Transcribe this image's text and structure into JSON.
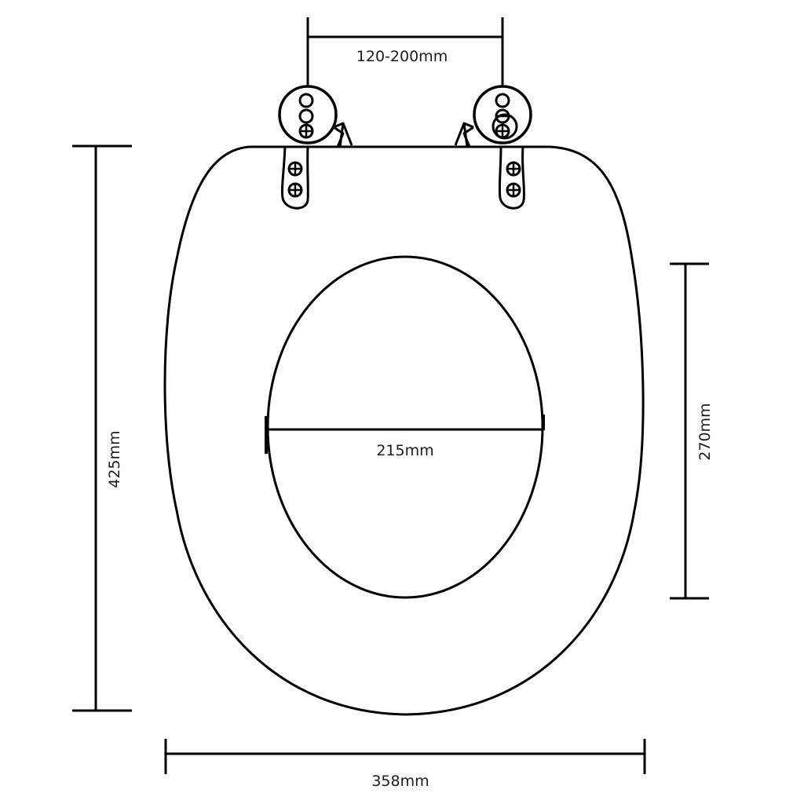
{
  "diagram": {
    "subject": "Toilet seat technical drawing (top view)",
    "line_color": "#000000",
    "text_color": "#1a1a1a",
    "background": "#ffffff",
    "dimensions": {
      "hinge_spacing": {
        "label": "120-200mm",
        "orientation": "horizontal"
      },
      "total_length": {
        "label": "425mm",
        "orientation": "vertical"
      },
      "opening_width": {
        "label": "215mm",
        "orientation": "horizontal"
      },
      "opening_length": {
        "label": "270mm",
        "orientation": "vertical"
      },
      "total_width": {
        "label": "358mm",
        "orientation": "horizontal"
      }
    },
    "parts": [
      {
        "name": "seat-outline"
      },
      {
        "name": "seat-opening"
      },
      {
        "name": "hinge-left"
      },
      {
        "name": "hinge-right"
      }
    ]
  }
}
